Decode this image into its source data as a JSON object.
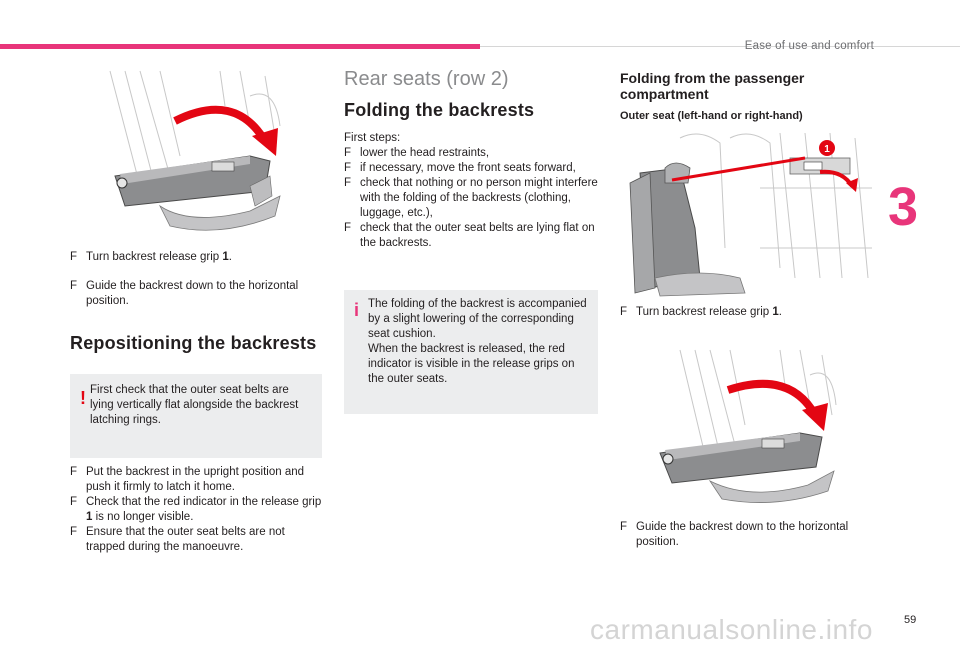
{
  "header": {
    "section_title": "Ease of use and comfort",
    "chapter_number": "3",
    "page_number": "59",
    "watermark": "carmanualsonline.info"
  },
  "colors": {
    "accent": "#e8357a",
    "warning": "#e30613",
    "note_bg": "#ecedee"
  },
  "left": {
    "steps_top": [
      {
        "arrow": "F",
        "text": "Turn backrest release grip ",
        "bold": "1",
        "after": "."
      },
      {
        "arrow": "F",
        "text": "Guide the backrest down to the horizontal position."
      }
    ],
    "heading": "Repositioning the backrests",
    "warning": "First check that the outer seat belts are lying vertically flat alongside the backrest latching rings.",
    "steps_bottom": [
      {
        "arrow": "F",
        "text": "Put the backrest in the upright position and push it firmly to latch it home."
      },
      {
        "arrow": "F",
        "text": "Check that the red indicator in the release grip ",
        "bold": "1",
        "after": " is no longer visible."
      },
      {
        "arrow": "F",
        "text": "Ensure that the outer seat belts are not trapped during the manoeuvre."
      }
    ]
  },
  "middle": {
    "title": "Rear seats (row 2)",
    "heading": "Folding the backrests",
    "intro": "First steps:",
    "steps": [
      {
        "arrow": "F",
        "text": "lower the head restraints,"
      },
      {
        "arrow": "F",
        "text": "if necessary, move the front seats forward,"
      },
      {
        "arrow": "F",
        "text": "check that nothing or no person might interfere with the folding of the backrests (clothing, luggage, etc.),"
      },
      {
        "arrow": "F",
        "text": "check that the outer seat belts are lying flat on the backrests."
      }
    ],
    "info": "The folding of the backrest is accompanied by a slight lowering of the corresponding seat cushion.\nWhen the backrest is released, the red indicator is visible in the release grips on the outer seats."
  },
  "right": {
    "heading": "Folding from the passenger compartment",
    "subheading": "Outer seat (left-hand or right-hand)",
    "callout": "1",
    "step1": {
      "arrow": "F",
      "text": "Turn backrest release grip ",
      "bold": "1",
      "after": "."
    },
    "step2": {
      "arrow": "F",
      "text": "Guide the backrest down to the horizontal position."
    }
  }
}
